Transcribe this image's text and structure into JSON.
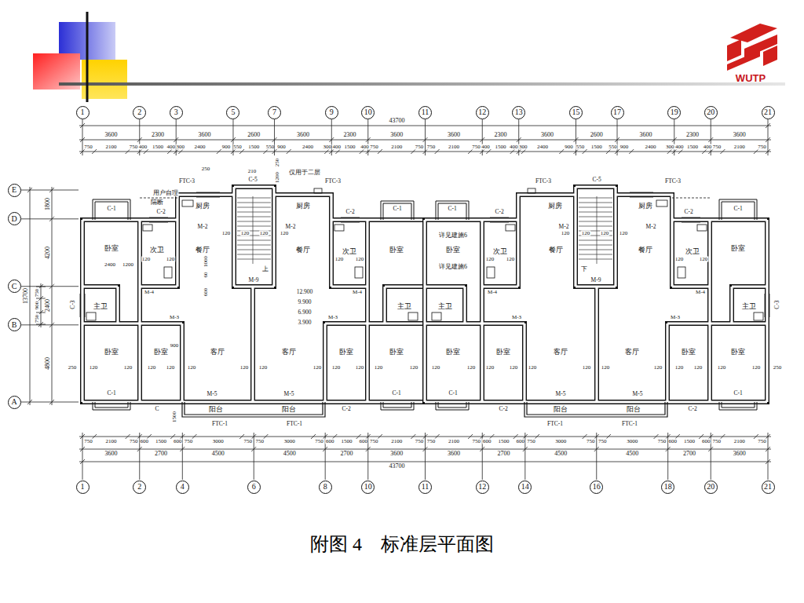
{
  "diagram": {
    "caption": "附图 4　标准层平面图",
    "nodes": [
      {
        "text": [
          "1"
        ]
      },
      {
        "text": [
          "2"
        ]
      },
      {
        "text": [
          "3"
        ]
      },
      {
        "text": [
          "5"
        ]
      },
      {
        "text": [
          "7"
        ]
      },
      {
        "text": [
          "9"
        ]
      },
      {
        "text": [
          "10"
        ]
      },
      {
        "text": [
          "11"
        ]
      },
      {
        "text": [
          "12"
        ]
      },
      {
        "text": [
          "13"
        ]
      },
      {
        "text": [
          "15"
        ]
      },
      {
        "text": [
          "17"
        ]
      },
      {
        "text": [
          "19"
        ]
      },
      {
        "text": [
          "20"
        ]
      },
      {
        "text": [
          "21"
        ]
      },
      {
        "text": [
          "E"
        ]
      },
      {
        "text": [
          "D"
        ]
      },
      {
        "text": [
          "C"
        ]
      },
      {
        "text": [
          "B"
        ]
      },
      {
        "text": [
          "A"
        ]
      },
      {
        "text": [
          "1"
        ]
      },
      {
        "text": [
          "2"
        ]
      },
      {
        "text": [
          "4"
        ]
      },
      {
        "text": [
          "6"
        ]
      },
      {
        "text": [
          "8"
        ]
      },
      {
        "text": [
          "10"
        ]
      },
      {
        "text": [
          "11"
        ]
      },
      {
        "text": [
          "12"
        ]
      },
      {
        "text": [
          "14"
        ]
      },
      {
        "text": [
          "16"
        ]
      },
      {
        "text": [
          "18"
        ]
      },
      {
        "text": [
          "20"
        ]
      },
      {
        "text": [
          "21"
        ]
      }
    ],
    "labels": [
      "43700",
      "3600",
      "2300",
      "3600",
      "2600",
      "3600",
      "2300",
      "3600",
      "3600",
      "2300",
      "3600",
      "2600",
      "3600",
      "2300",
      "3600",
      "750",
      "2100",
      "750",
      "400",
      "1500",
      "400",
      "300",
      "2400",
      "900",
      "550",
      "1500",
      "550",
      "900",
      "2400",
      "300",
      "400",
      "1500",
      "400",
      "750",
      "2100",
      "750",
      "750",
      "2100",
      "750",
      "400",
      "1500",
      "400",
      "300",
      "2400",
      "900",
      "550",
      "1500",
      "550",
      "900",
      "2400",
      "300",
      "400",
      "1500",
      "400",
      "750",
      "2100",
      "750",
      "750",
      "2100",
      "750",
      "600",
      "1500",
      "600",
      "750",
      "3000",
      "750",
      "750",
      "3000",
      "750",
      "600",
      "1500",
      "600",
      "750",
      "2100",
      "750",
      "750",
      "2100",
      "750",
      "600",
      "1500",
      "600",
      "750",
      "3000",
      "750",
      "750",
      "3000",
      "750",
      "600",
      "1500",
      "600",
      "750",
      "2100",
      "750",
      "3600",
      "2700",
      "4500",
      "4500",
      "2700",
      "3600",
      "3600",
      "2700",
      "4500",
      "4500",
      "2700",
      "3600",
      "43700",
      "1800",
      "4200",
      "2400",
      "4800",
      "750",
      "900",
      "750",
      "13700",
      "FTC-3",
      "C-5",
      "250",
      "210",
      "250",
      "1200",
      "仅用于二层",
      "FTC-3",
      "FTC-3",
      "C-5",
      "FTC-3",
      "C-1",
      "用户自理",
      "隔断",
      "C-2",
      "厨房",
      "厨房",
      "C-2",
      "C-1",
      "C-1",
      "C-2",
      "厨房",
      "厨房",
      "C-2",
      "C-1",
      "M-2",
      "M-2",
      "M-2",
      "M-2",
      "卧室",
      "次卫",
      "餐厅",
      "餐厅",
      "次卫",
      "卧室",
      "详见建施6",
      "卧室",
      "详见建施6",
      "次卫",
      "餐厅",
      "餐厅",
      "次卫",
      "卧室",
      "2400",
      "1200",
      "12.900",
      "9.900",
      "6.900",
      "3.900",
      "M-9",
      "M-9",
      "上",
      "下",
      "主卫",
      "主卫",
      "主卫",
      "主卫",
      "M-4",
      "M-4",
      "M-4",
      "M-4",
      "M-3",
      "M-3",
      "M-3",
      "M-3",
      "C-3",
      "C-3",
      "卧室",
      "卧室",
      "客厅",
      "客厅",
      "卧室",
      "卧室",
      "卧室",
      "卧室",
      "客厅",
      "客厅",
      "卧室",
      "卧室",
      "250",
      "120",
      "120",
      "120",
      "120",
      "120",
      "120",
      "120",
      "120",
      "120",
      "120",
      "120",
      "120",
      "120",
      "120",
      "120",
      "120",
      "120",
      "120",
      "120",
      "120",
      "120",
      "120",
      "120",
      "120",
      "250",
      "C-1",
      "M-5",
      "M-5",
      "C-1",
      "C-1",
      "M-5",
      "M-5",
      "C-1",
      "C",
      "阳台",
      "阳台",
      "C-2",
      "C-2",
      "阳台",
      "阳台",
      "C-2",
      "FTC-1",
      "FTC-1",
      "FTC-1",
      "FTC-1",
      "1500",
      "900",
      "60",
      "1000",
      "600",
      "120",
      "120",
      "120",
      "120",
      "120",
      "120",
      "120",
      "120",
      "120",
      "120",
      "120",
      "120",
      "120",
      "120",
      "120",
      "120",
      "WUTP"
    ]
  }
}
